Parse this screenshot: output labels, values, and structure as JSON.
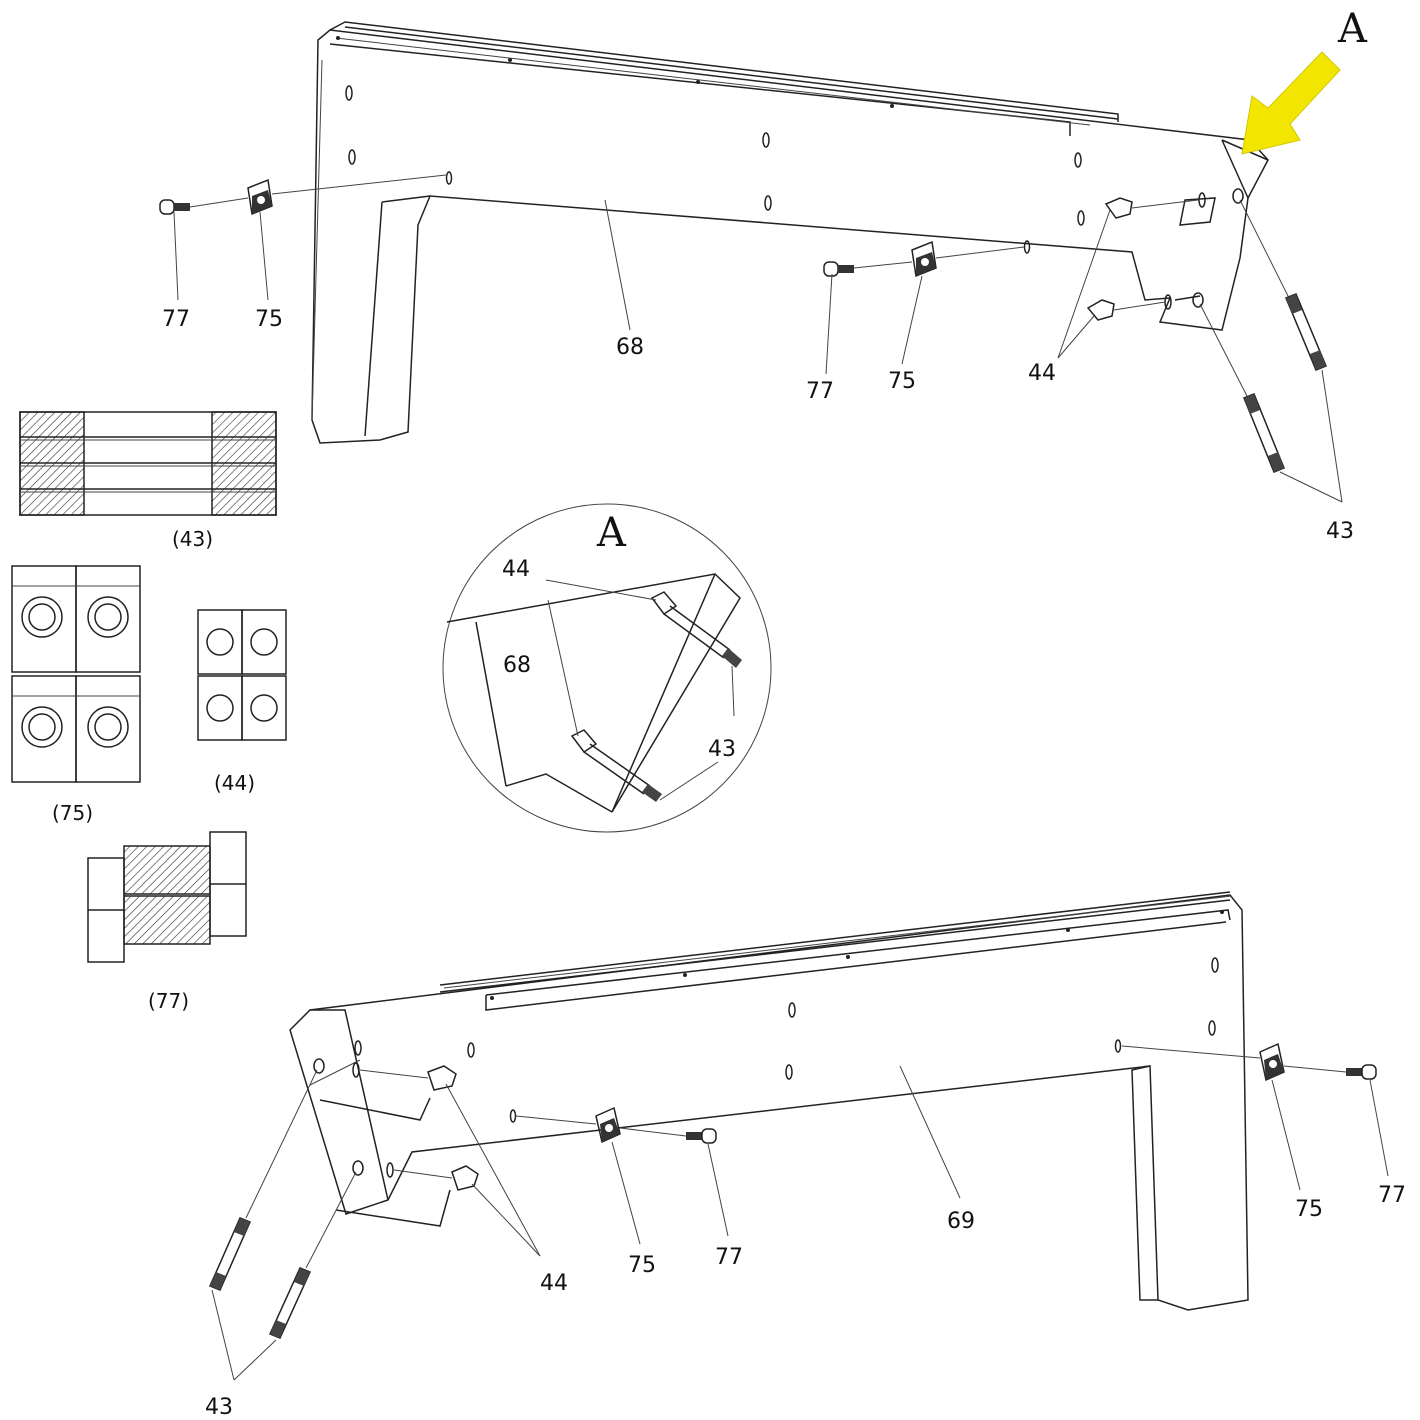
{
  "detail_letter": "A",
  "callout_arrow_color": "#f2e600",
  "upper_assembly": {
    "part_68": "68",
    "bolt_left": "77",
    "nut_left": "75",
    "bolt_mid": "77",
    "nut_mid": "75",
    "barrel_nuts": "44",
    "dowel_rods": "43"
  },
  "detail_view": {
    "letter": "A",
    "label_44": "44",
    "label_68": "68",
    "label_43": "43"
  },
  "hardware_captions": {
    "rods": "(43)",
    "nuts": "(75)",
    "barrel": "(44)",
    "bolts": "(77)"
  },
  "lower_assembly": {
    "part_69": "69",
    "barrel_nuts": "44",
    "dowel_rods": "43",
    "nut_mid": "75",
    "bolt_mid": "77",
    "nut_right": "75",
    "bolt_right": "77"
  }
}
